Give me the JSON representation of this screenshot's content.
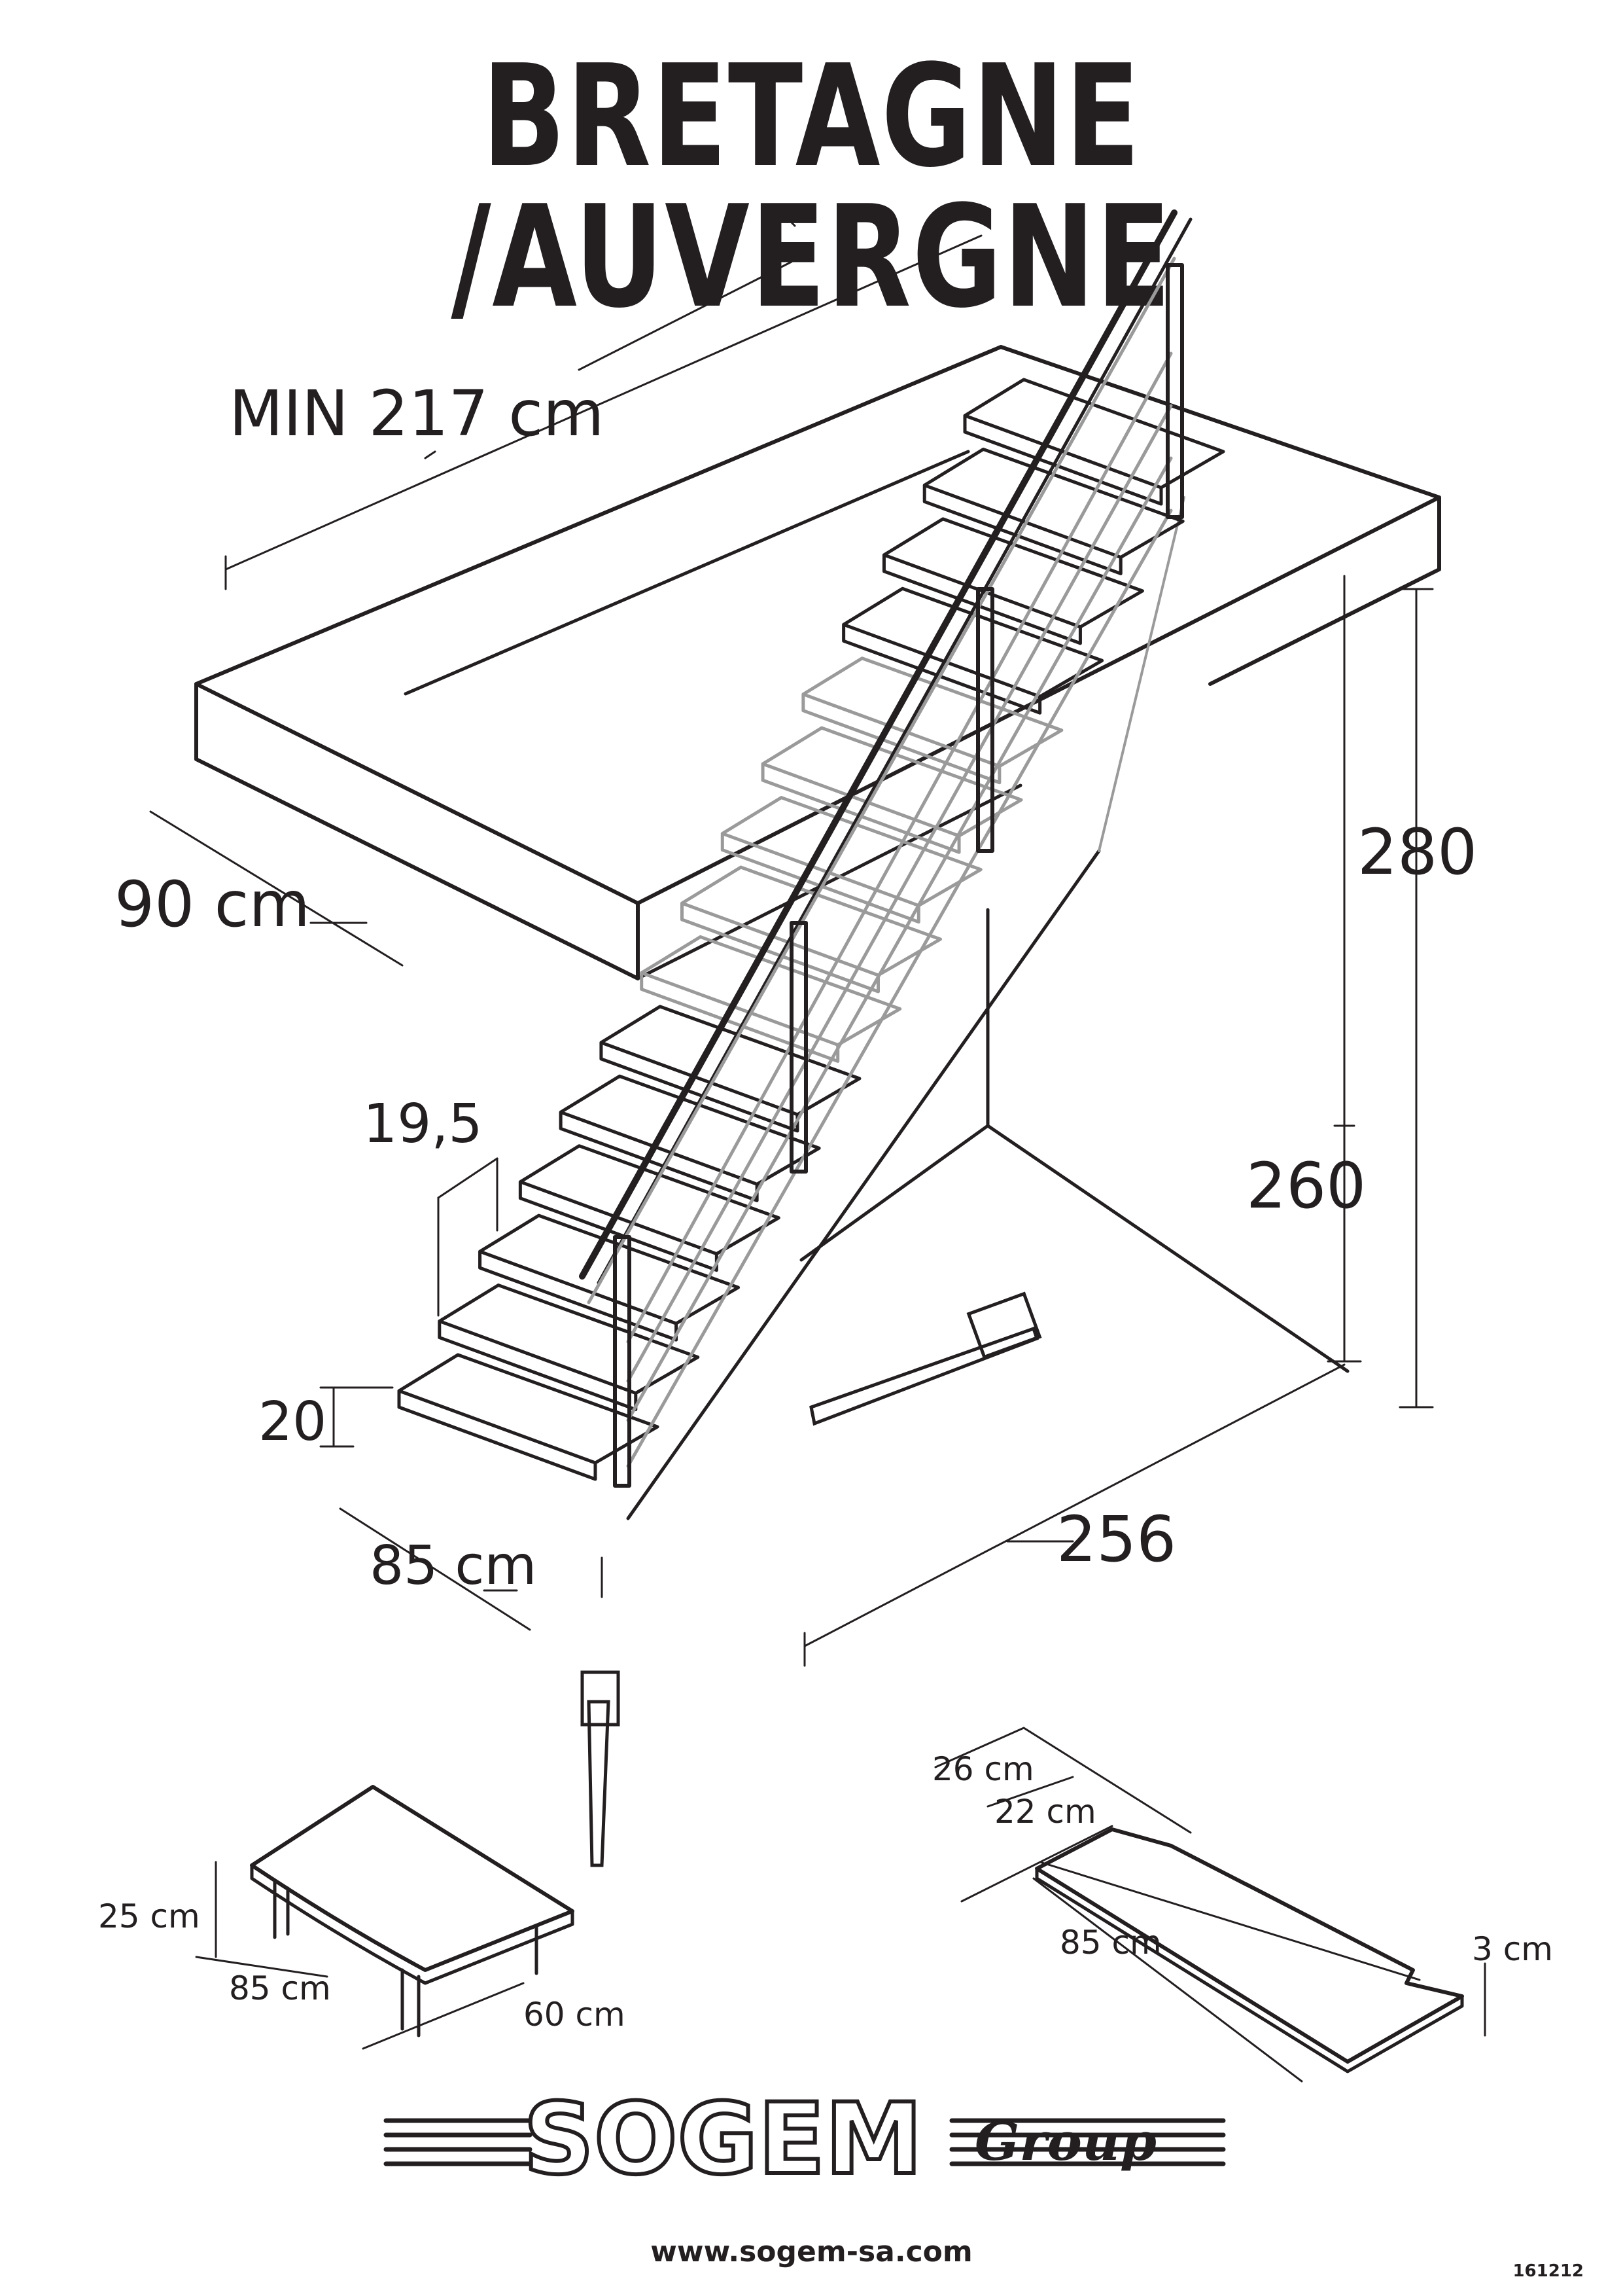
{
  "title": "BRETAGNE /AUVERGNE",
  "dimensions": {
    "min_length": "MIN 217 cm",
    "opening_width": "90 cm",
    "height_max": "280",
    "height_min": "260",
    "going": "256",
    "riser_top": "19,5",
    "riser_bottom": "20",
    "stair_width": "85 cm"
  },
  "details": {
    "block": {
      "height": "25 cm",
      "width": "85 cm",
      "depth": "60 cm"
    },
    "tread": {
      "depth_a": "26 cm",
      "depth_b": "22 cm",
      "width": "85 cm",
      "thickness": "3 cm"
    }
  },
  "brand": {
    "logo": "SOGEM",
    "tagline": "Group",
    "website": "www.sogem-sa.com",
    "code": "161212"
  },
  "colors": {
    "ink": "#231f20",
    "light": "#9a9a9a"
  },
  "icons": [
    "saw-icon"
  ]
}
